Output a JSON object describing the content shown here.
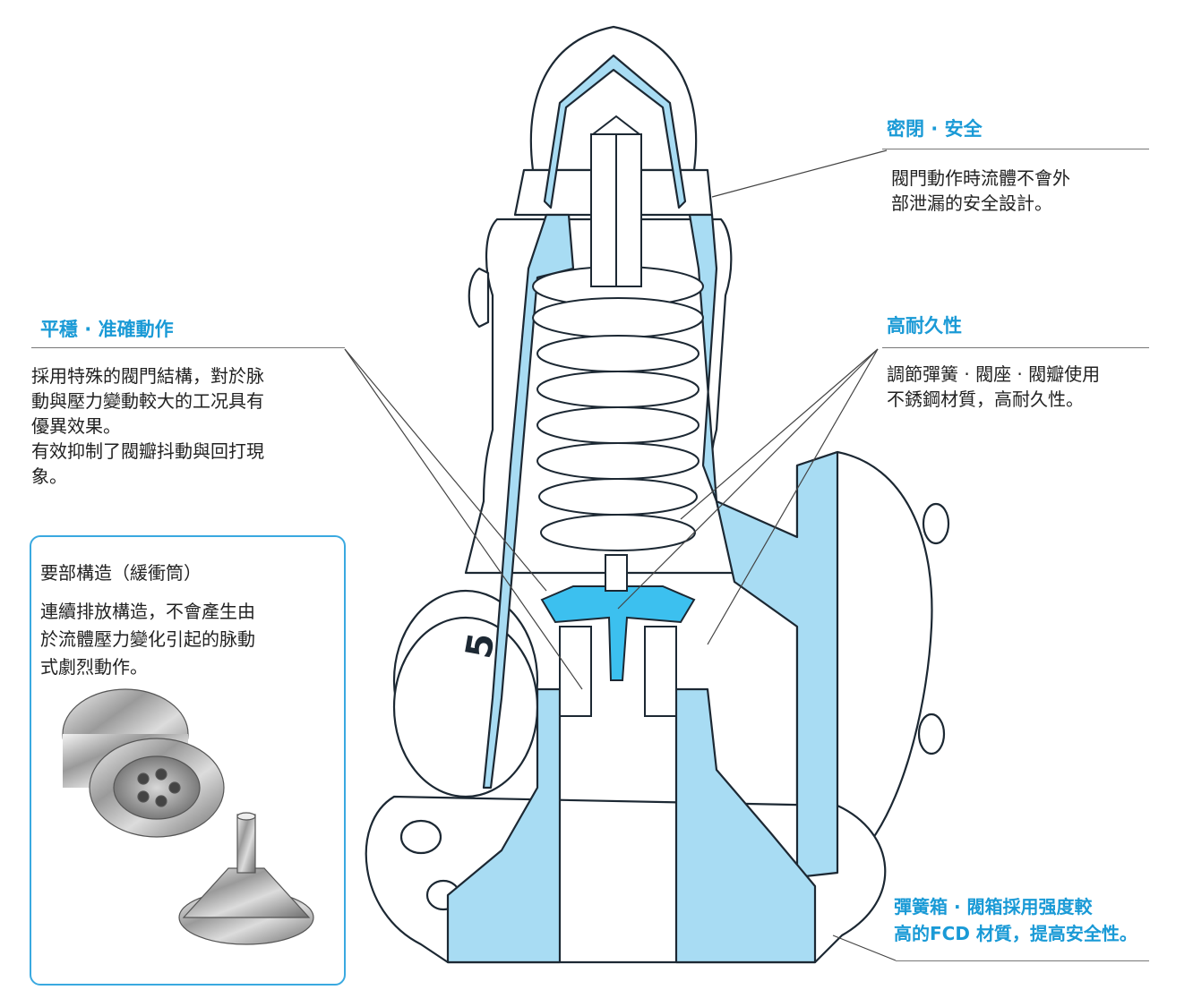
{
  "callouts": {
    "seal": {
      "title": "密閉 · 安全",
      "text": "閥門動作時流體不會外\n部泄漏的安全設計。"
    },
    "stable": {
      "title": "平穩 · 准確動作",
      "text": "採用特殊的閥門結構，對於脉\n動與壓力變動較大的工况具有\n優異效果。\n有效抑制了閥瓣抖動與回打現\n象。"
    },
    "durable": {
      "title": "高耐久性",
      "text": "調節彈簧 · 閥座 · 閥瓣使用\n不銹鋼材質，高耐久性。"
    },
    "key_part": {
      "title": "要部構造（緩衝筒）",
      "text": "連續排放構造，不會產生由\n於流體壓力變化引起的脉動\n式劇烈動作。"
    },
    "material": {
      "text": "彈簧箱 · 閥箱採用强度較\n高的FCD 材質，提高安全性。"
    },
    "body_marking": "5"
  },
  "colors": {
    "accent_text": "#1a9ad6",
    "section_fill": "#a8dcf3",
    "disc_fill": "#3cc0ef",
    "outline": "#1c2833"
  }
}
